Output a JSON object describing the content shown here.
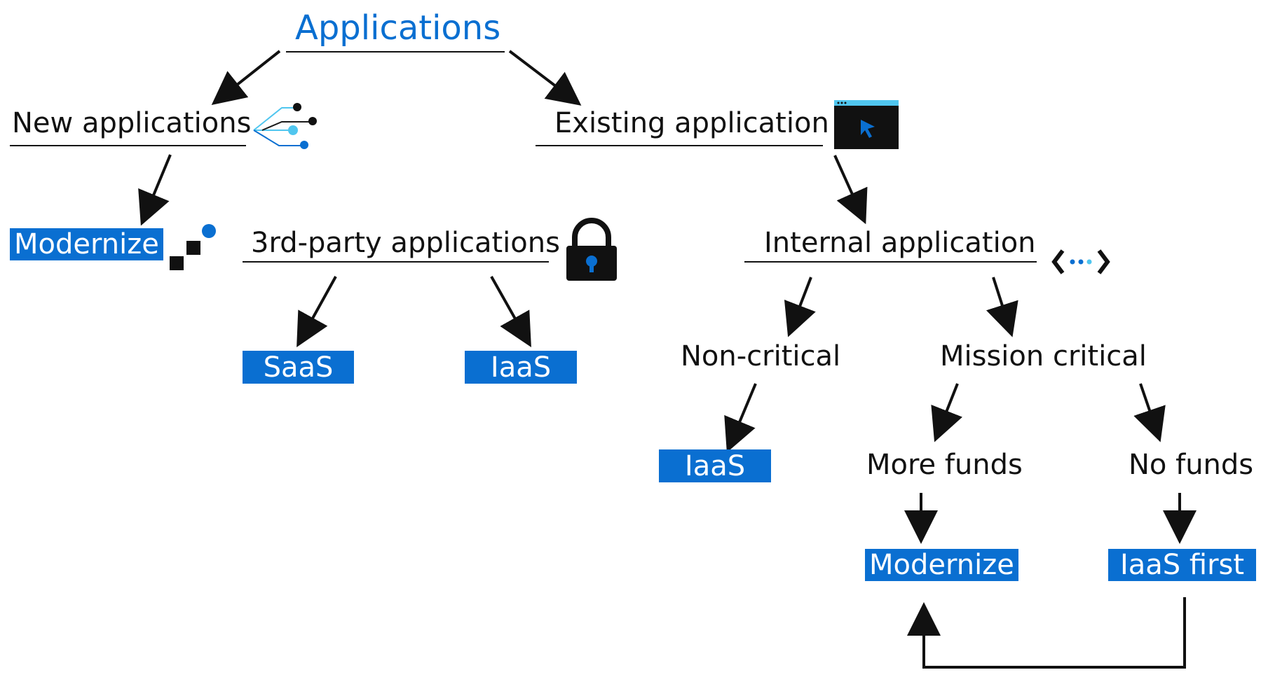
{
  "diagram": {
    "title": "Applications",
    "nodes": {
      "new_apps": "New applications",
      "existing_app": "Existing application",
      "modernize_top": "Modernize",
      "third_party": "3rd-party applications",
      "saas": "SaaS",
      "iaas_third_party": "IaaS",
      "internal_app": "Internal application",
      "non_critical": "Non-critical",
      "mission_critical": "Mission critical",
      "iaas_non_critical": "IaaS",
      "more_funds": "More funds",
      "no_funds": "No funds",
      "modernize_bottom": "Modernize",
      "iaas_first": "IaaS first"
    },
    "icons": {
      "new_apps_icon": "branch-dots-icon",
      "existing_app_icon": "window-cursor-icon",
      "modernize_icon": "blocks-dot-icon",
      "third_party_icon": "padlock-icon",
      "internal_app_icon": "code-brackets-dots-icon"
    },
    "colors": {
      "accent": "#0a6fd1",
      "text": "#111111",
      "icon_light_blue": "#50c6ef"
    }
  }
}
